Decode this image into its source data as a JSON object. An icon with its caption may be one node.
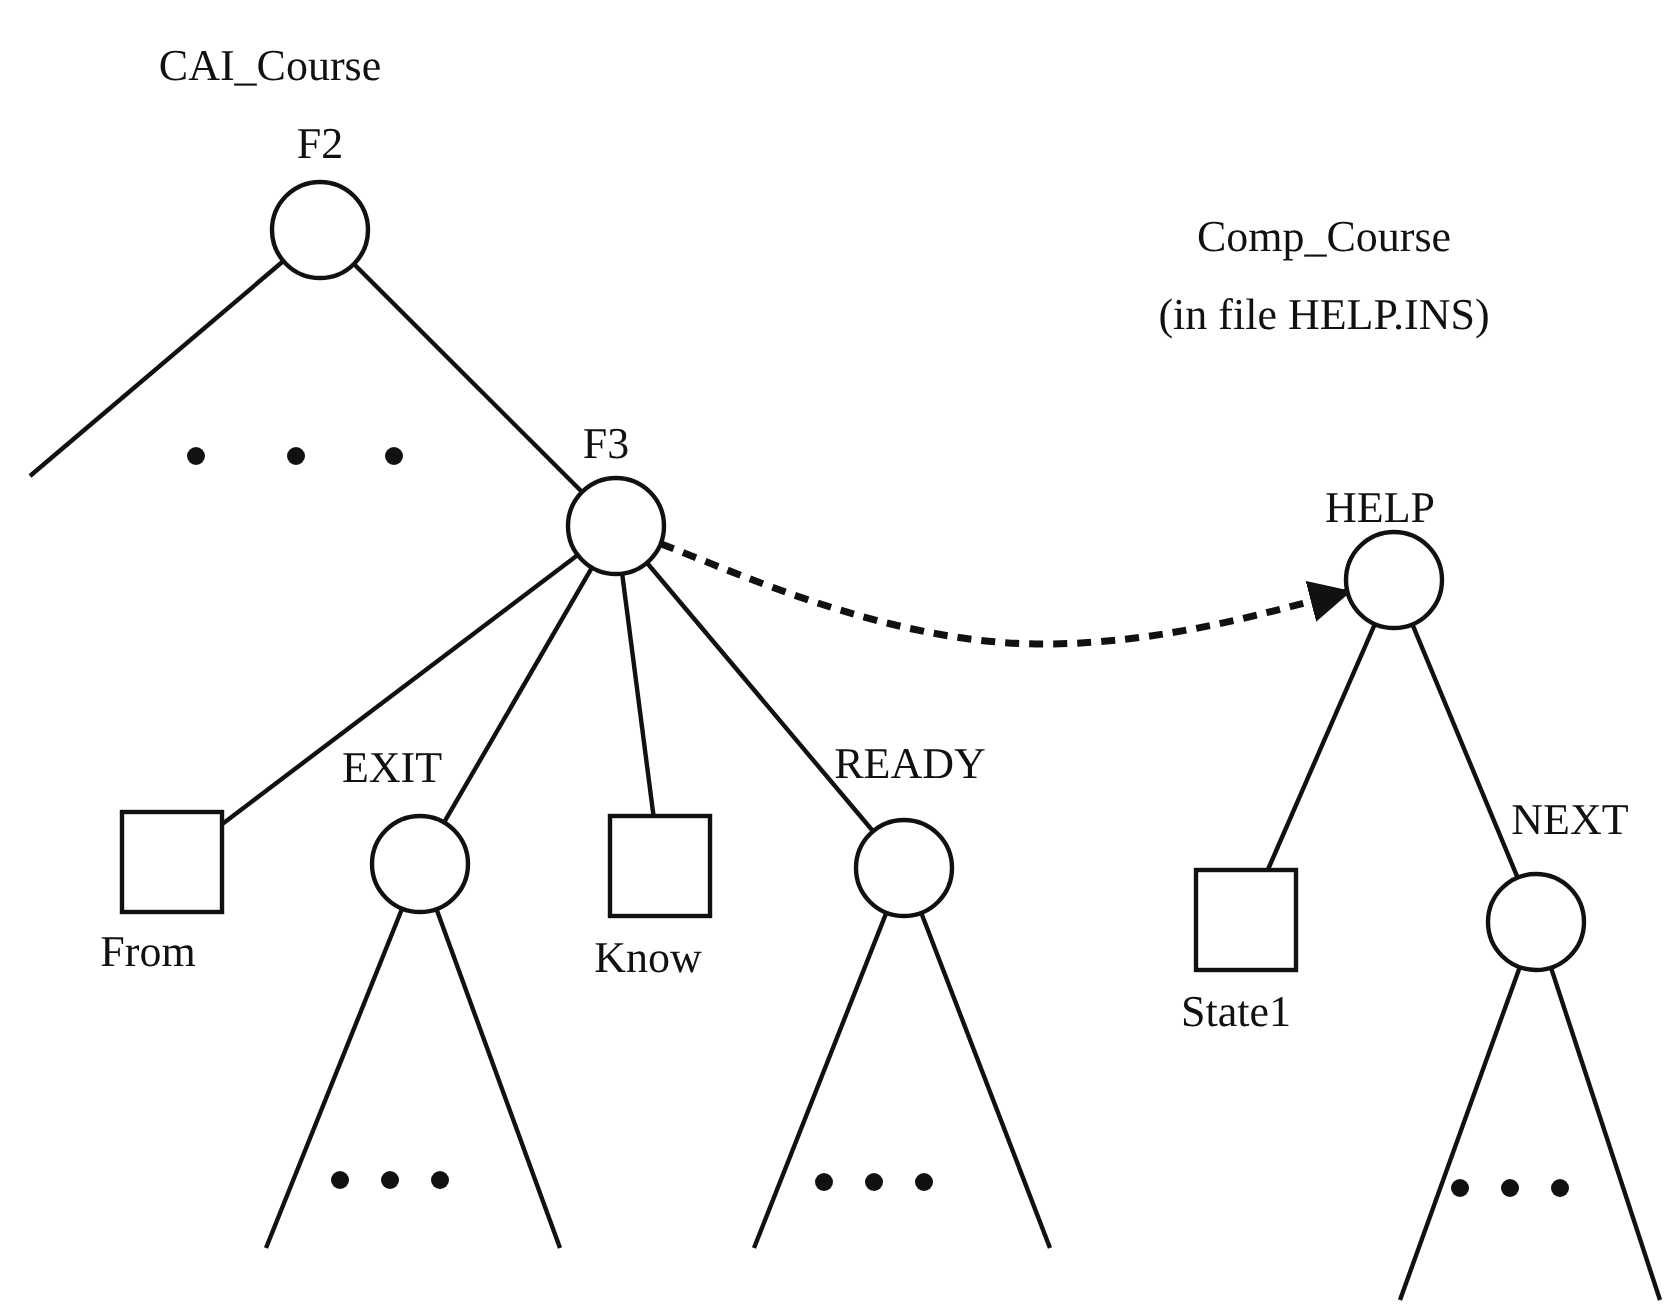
{
  "diagram": {
    "nodes": [
      {
        "text": [
          "CAI_Course",
          "F2"
        ]
      },
      {
        "text": [
          "F3"
        ]
      },
      {
        "text": [
          "From"
        ]
      },
      {
        "text": [
          "EXIT"
        ]
      },
      {
        "text": [
          "Know"
        ]
      },
      {
        "text": [
          "READY"
        ]
      },
      {
        "text": [
          "Comp_Course (in file HELP.INS)",
          "HELP"
        ]
      },
      {
        "text": [
          "State1"
        ]
      },
      {
        "text": [
          "NEXT"
        ]
      }
    ],
    "edges": [
      {
        "from": 0,
        "to": 1,
        "arrow": "none"
      },
      {
        "from": 0,
        "to": null,
        "arrow": "none"
      },
      {
        "from": 1,
        "to": 2,
        "arrow": "none"
      },
      {
        "from": 1,
        "to": 3,
        "arrow": "none"
      },
      {
        "from": 1,
        "to": 4,
        "arrow": "none"
      },
      {
        "from": 1,
        "to": 5,
        "arrow": "none"
      },
      {
        "from": 1,
        "to": 6,
        "arrow": "to",
        "style": "dashed"
      },
      {
        "from": 3,
        "to": null,
        "arrow": "none"
      },
      {
        "from": 3,
        "to": null,
        "arrow": "none"
      },
      {
        "from": 5,
        "to": null,
        "arrow": "none"
      },
      {
        "from": 5,
        "to": null,
        "arrow": "none"
      },
      {
        "from": 6,
        "to": 7,
        "arrow": "none"
      },
      {
        "from": 6,
        "to": 8,
        "arrow": "none"
      },
      {
        "from": 8,
        "to": null,
        "arrow": "none"
      },
      {
        "from": 8,
        "to": null,
        "arrow": "none"
      }
    ]
  }
}
